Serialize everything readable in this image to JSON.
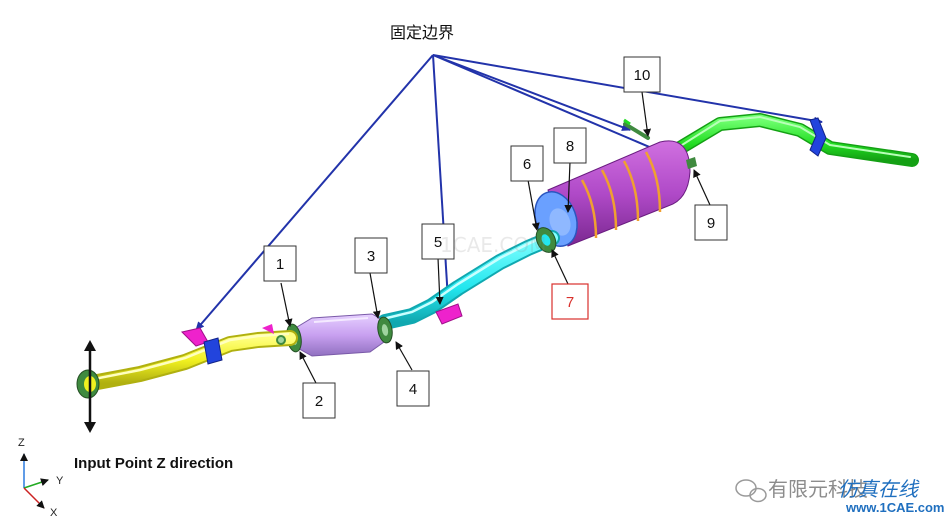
{
  "title": "固定边界",
  "caption": "Input Point Z direction",
  "axes": {
    "z": "Z",
    "y": "Y",
    "x": "X"
  },
  "part_labels": [
    "1",
    "2",
    "3",
    "4",
    "5",
    "6",
    "7",
    "8",
    "9",
    "10"
  ],
  "highlight_label": "7",
  "watermark": {
    "text": "有限元科技",
    "brand": "仿真在线",
    "url": "www.1CAE.com",
    "center": "1CAE.COM"
  },
  "colors": {
    "arrow_blue": "#2233aa",
    "inlet_pipe": "#f0f020",
    "converter": "#c8a0f0",
    "mid_pipe": "#22e6ee",
    "muffler": "#b04ac8",
    "muffler_end": "#6aa0ff",
    "tail_pipe": "#22dd22",
    "flange": "#3f8a3f",
    "hanger": "#ee22cc",
    "highlight": "#d9302c"
  }
}
